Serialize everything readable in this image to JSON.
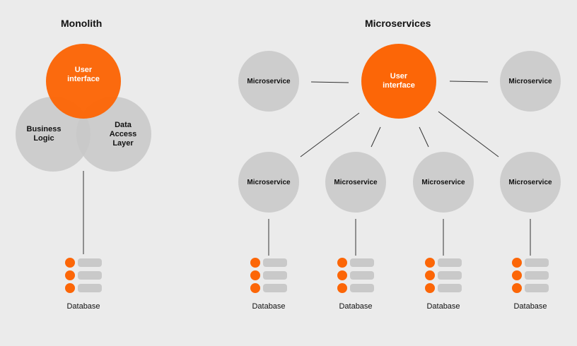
{
  "colors": {
    "accent": "#fc6607",
    "node": "#c8c8c8",
    "background": "#ebebeb",
    "line": "#333333"
  },
  "monolith": {
    "title": "Monolith",
    "user_interface": "User\ninterface",
    "business_logic": "Business\nLogic",
    "data_access_layer": "Data\nAccess\nLayer",
    "database_label": "Database",
    "database_icon": "database-icon"
  },
  "microservices": {
    "title": "Microservices",
    "user_interface": "User\ninterface",
    "top_left": "Microservice",
    "top_right": "Microservice",
    "bottom": [
      {
        "label": "Microservice",
        "database_label": "Database"
      },
      {
        "label": "Microservice",
        "database_label": "Database"
      },
      {
        "label": "Microservice",
        "database_label": "Database"
      },
      {
        "label": "Microservice",
        "database_label": "Database"
      }
    ]
  }
}
